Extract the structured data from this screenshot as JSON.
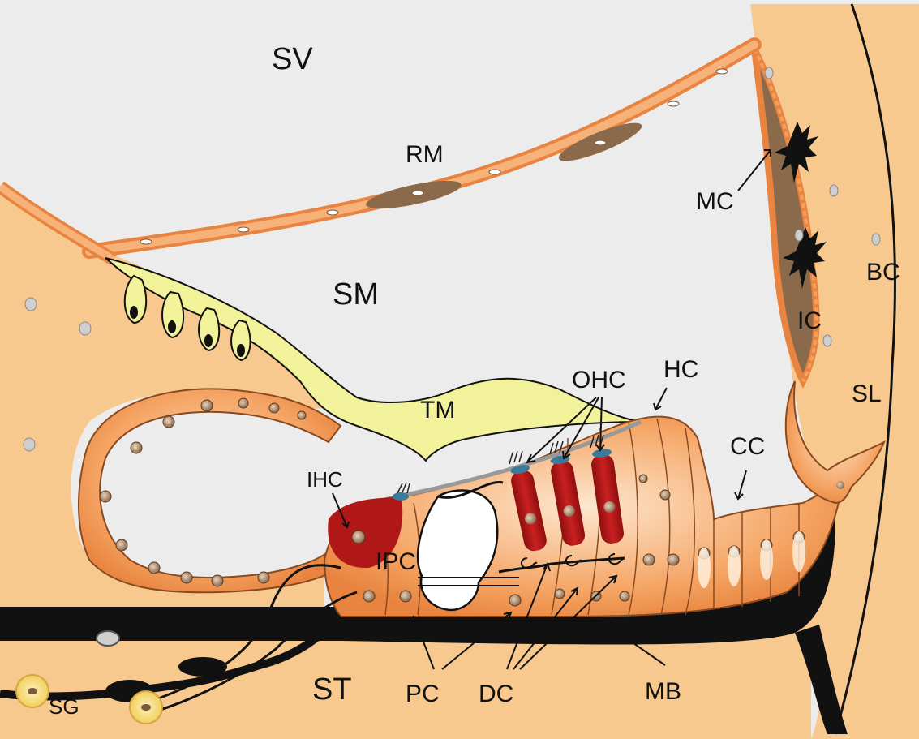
{
  "labels": {
    "sv": "SV",
    "rm": "RM",
    "mc": "MC",
    "bc": "BC",
    "sm": "SM",
    "ic": "IC",
    "hc": "HC",
    "ohc": "OHC",
    "sl": "SL",
    "tm": "TM",
    "cc": "CC",
    "ihc": "IHC",
    "ipc": "IPC",
    "st": "ST",
    "pc": "PC",
    "dc": "DC",
    "mb": "MB",
    "sg": "SG"
  },
  "colors": {
    "background": "#ececec",
    "tissue": "#f7c98f",
    "cell_fill": "#f3a15c",
    "hair_cell_red": "#b01818",
    "tectorial": "#f2f29a",
    "stria_brown": "#8a6a4a",
    "membrane_black": "#111111",
    "ganglion_yellow": "#f6e08a"
  }
}
